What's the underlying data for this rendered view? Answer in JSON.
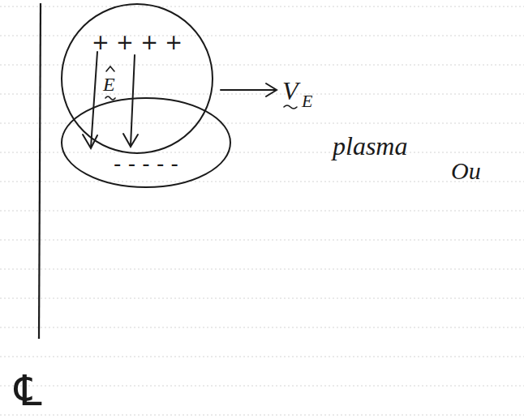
{
  "diagram": {
    "nodes": [
      {
        "text": [
          "+ + + +"
        ]
      },
      {
        "text": [
          "- - - - -"
        ]
      }
    ],
    "labels": [
      "E",
      "V",
      "E",
      "plasma",
      "Ou",
      "℄"
    ]
  }
}
